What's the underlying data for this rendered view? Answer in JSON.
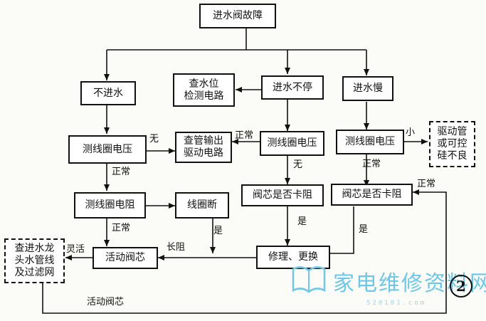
{
  "nodes": {
    "top": "进水阀故障",
    "no_water": "不进水",
    "check_level": "查水位\n检测电路",
    "nonstop": "进水不停",
    "slow": "进水慢",
    "volt_left": "测线圈电压",
    "check_drive": "查管输出\n驱动电路",
    "volt_mid": "测线圈电压",
    "volt_right": "测线圈电压",
    "drive_bad": "驱动管\n或可控\n硅不良",
    "resist": "测线圈电阻",
    "coil_break": "线圈断",
    "stuck_mid": "阀芯是否卡阻",
    "stuck_right": "阀芯是否卡阻",
    "check_pipe": "查进水龙\n头水管线\n及过滤网",
    "core": "活动阀芯",
    "repair": "修理、更换"
  },
  "labels": {
    "none_left": "无",
    "normal_to_drive": "正常",
    "small": "小",
    "normal1": "正常",
    "none_mid": "无",
    "normal_right": "正常",
    "normal_far": "正常",
    "normal2": "正常",
    "yes_coil": "是",
    "yes_mid": "是",
    "yes_right": "是",
    "flexible": "灵活",
    "long_resist": "长阻",
    "core_bottom": "活动阀芯"
  },
  "watermark": {
    "text": "家电维修资料网",
    "url": "520101.com"
  },
  "figure_number": "2",
  "colors": {
    "line": "#111111",
    "watermark": "#6ec6e8"
  }
}
